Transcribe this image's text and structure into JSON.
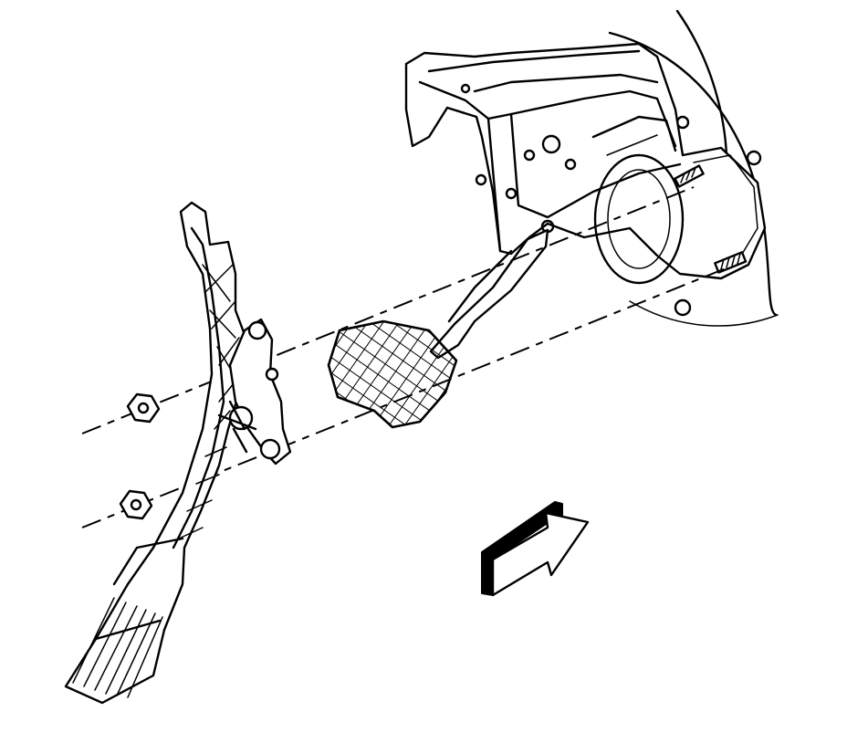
{
  "diagram": {
    "type": "exploded-assembly-line-drawing",
    "parts": [
      "brake-pedal-support-bracket",
      "brake-pedal",
      "mounting-stud",
      "mounting-stud",
      "accelerator-pedal-assembly",
      "mounting-nut",
      "mounting-nut"
    ],
    "icons": {
      "direction": "front-of-vehicle-arrow-icon"
    },
    "colors": {
      "line": "#000000",
      "background": "#ffffff"
    }
  }
}
